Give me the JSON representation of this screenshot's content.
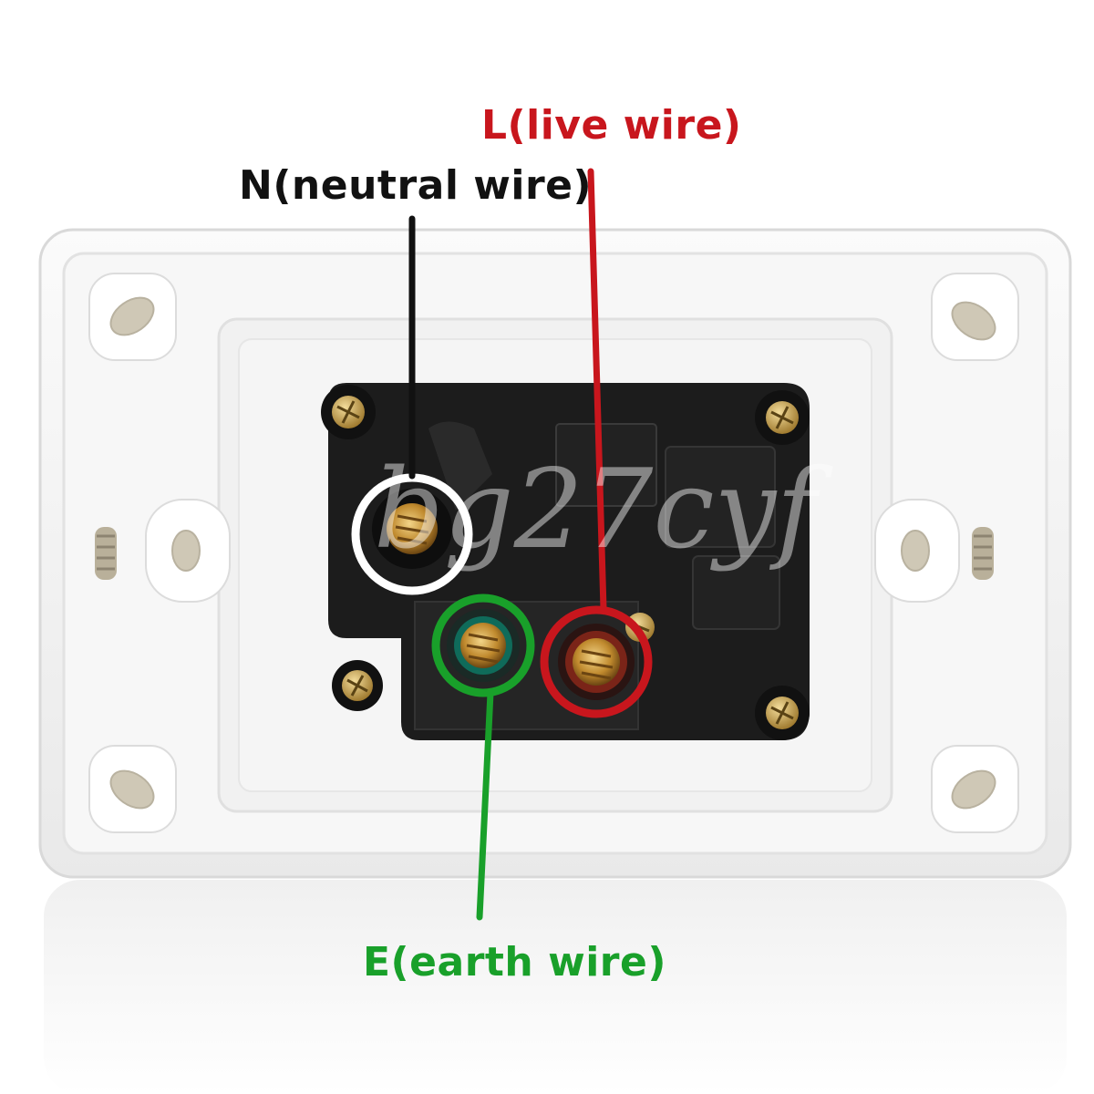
{
  "labels": {
    "live": "L(live wire)",
    "neutral": "N(neutral wire)",
    "earth": "E(earth wire)"
  },
  "watermark": "bg27cyf",
  "colors": {
    "live": "#c8161d",
    "neutral": "#111111",
    "earth": "#19a02a",
    "plate": "#f4f4f4",
    "socket_body": "#1c1c1c",
    "brass": "#c99a3c"
  }
}
